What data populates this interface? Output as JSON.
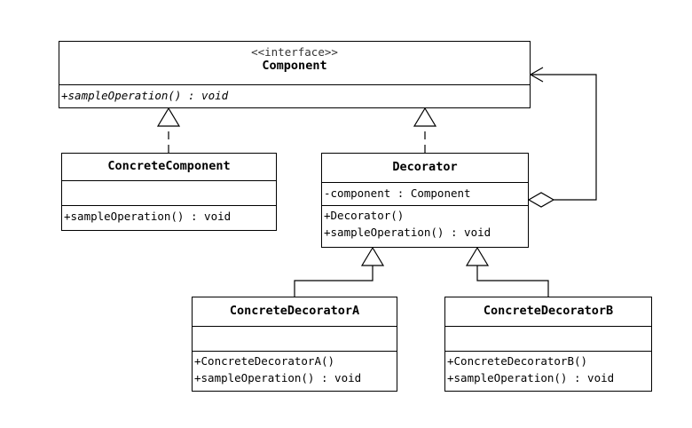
{
  "component": {
    "stereotype": "<<interface>>",
    "name": "Component",
    "operations": [
      "+sampleOperation() : void"
    ]
  },
  "concrete_component": {
    "name": "ConcreteComponent",
    "operations": [
      "+sampleOperation() : void"
    ]
  },
  "decorator": {
    "name": "Decorator",
    "attributes": [
      "-component : Component"
    ],
    "operations": [
      "+Decorator()",
      "+sampleOperation() : void"
    ]
  },
  "concrete_decorator_a": {
    "name": "ConcreteDecoratorA",
    "operations": [
      "+ConcreteDecoratorA()",
      "+sampleOperation() : void"
    ]
  },
  "concrete_decorator_b": {
    "name": "ConcreteDecoratorB",
    "operations": [
      "+ConcreteDecoratorB()",
      "+sampleOperation() : void"
    ]
  }
}
